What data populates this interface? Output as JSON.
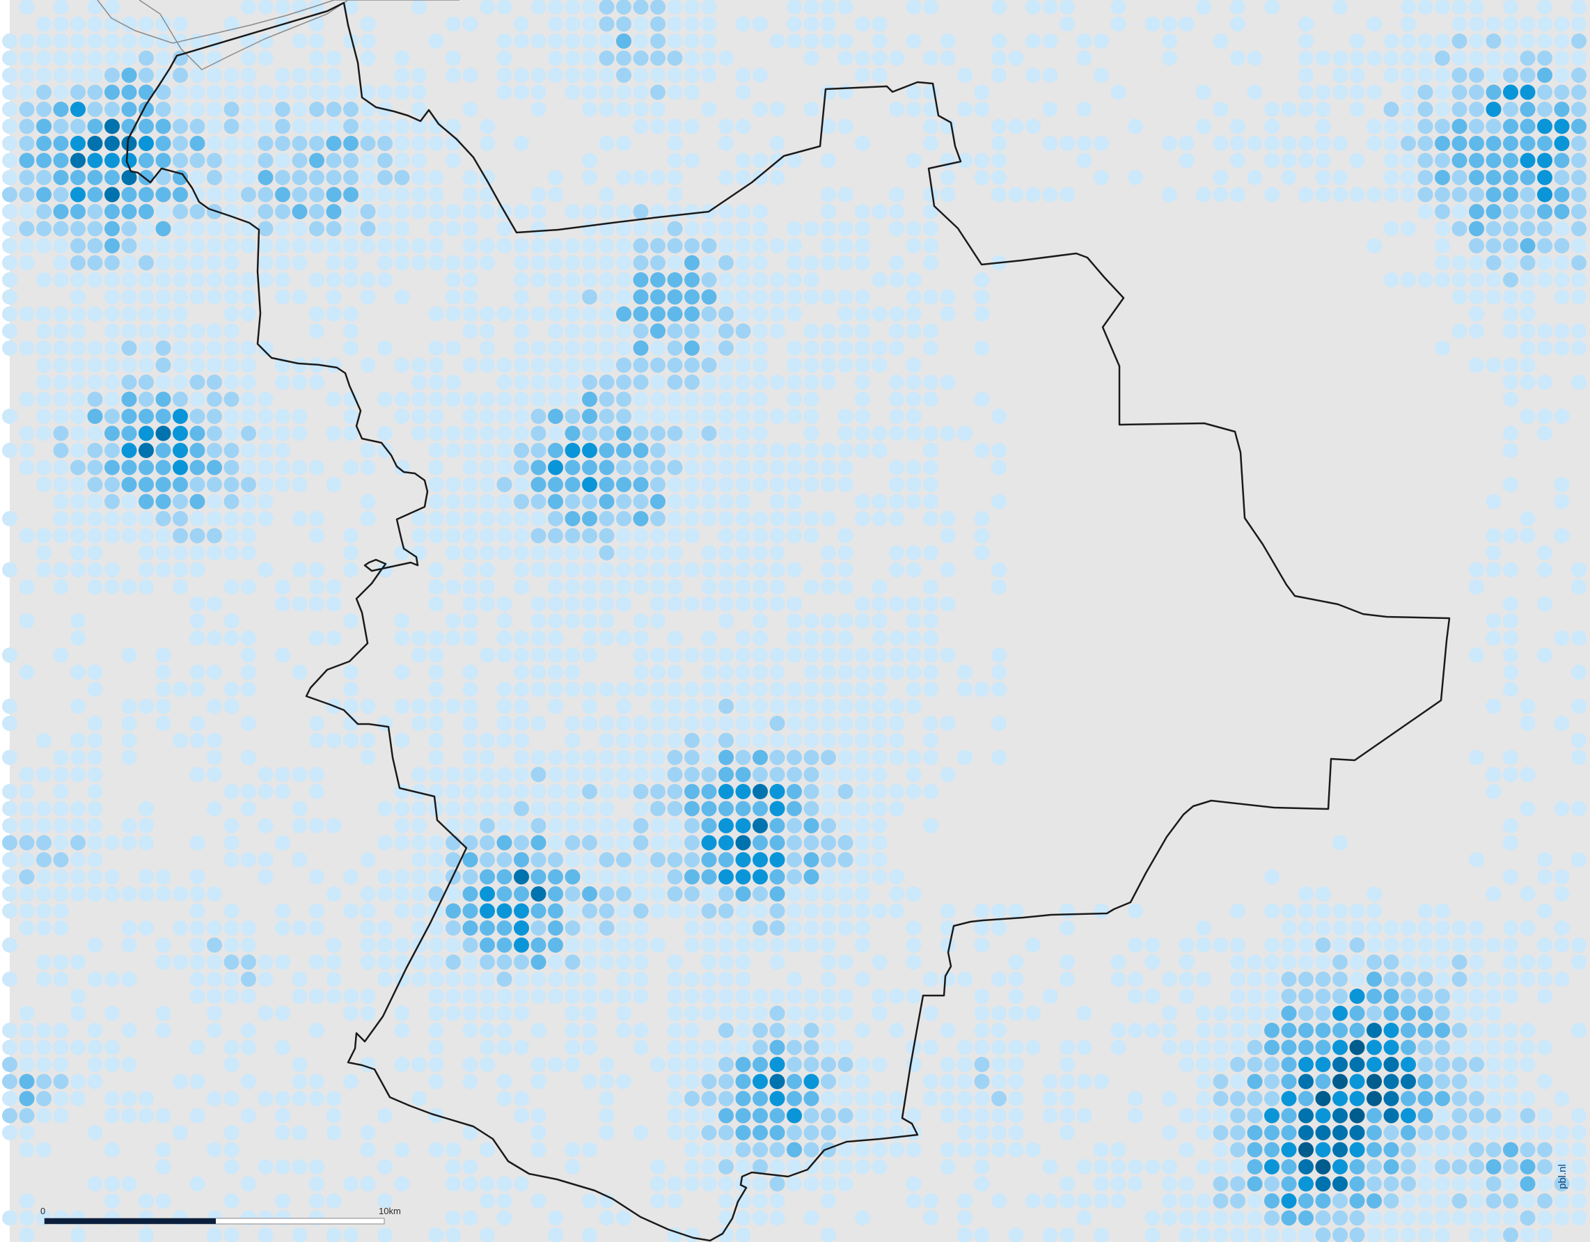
{
  "map": {
    "background_color": "#e6e6e6",
    "dot_colors": [
      "#cce8fb",
      "#9fd3f5",
      "#5fb8ea",
      "#0a95d8",
      "#0072ad",
      "#005c8c"
    ],
    "boundary_color": "#1a1a1a",
    "neighbor_boundary_color": "#8a8a8a"
  },
  "scale_bar": {
    "start_label": "0",
    "end_label": "10km",
    "dark_color": "#0b1f3d"
  },
  "credit": {
    "text": "pbl.nl"
  }
}
